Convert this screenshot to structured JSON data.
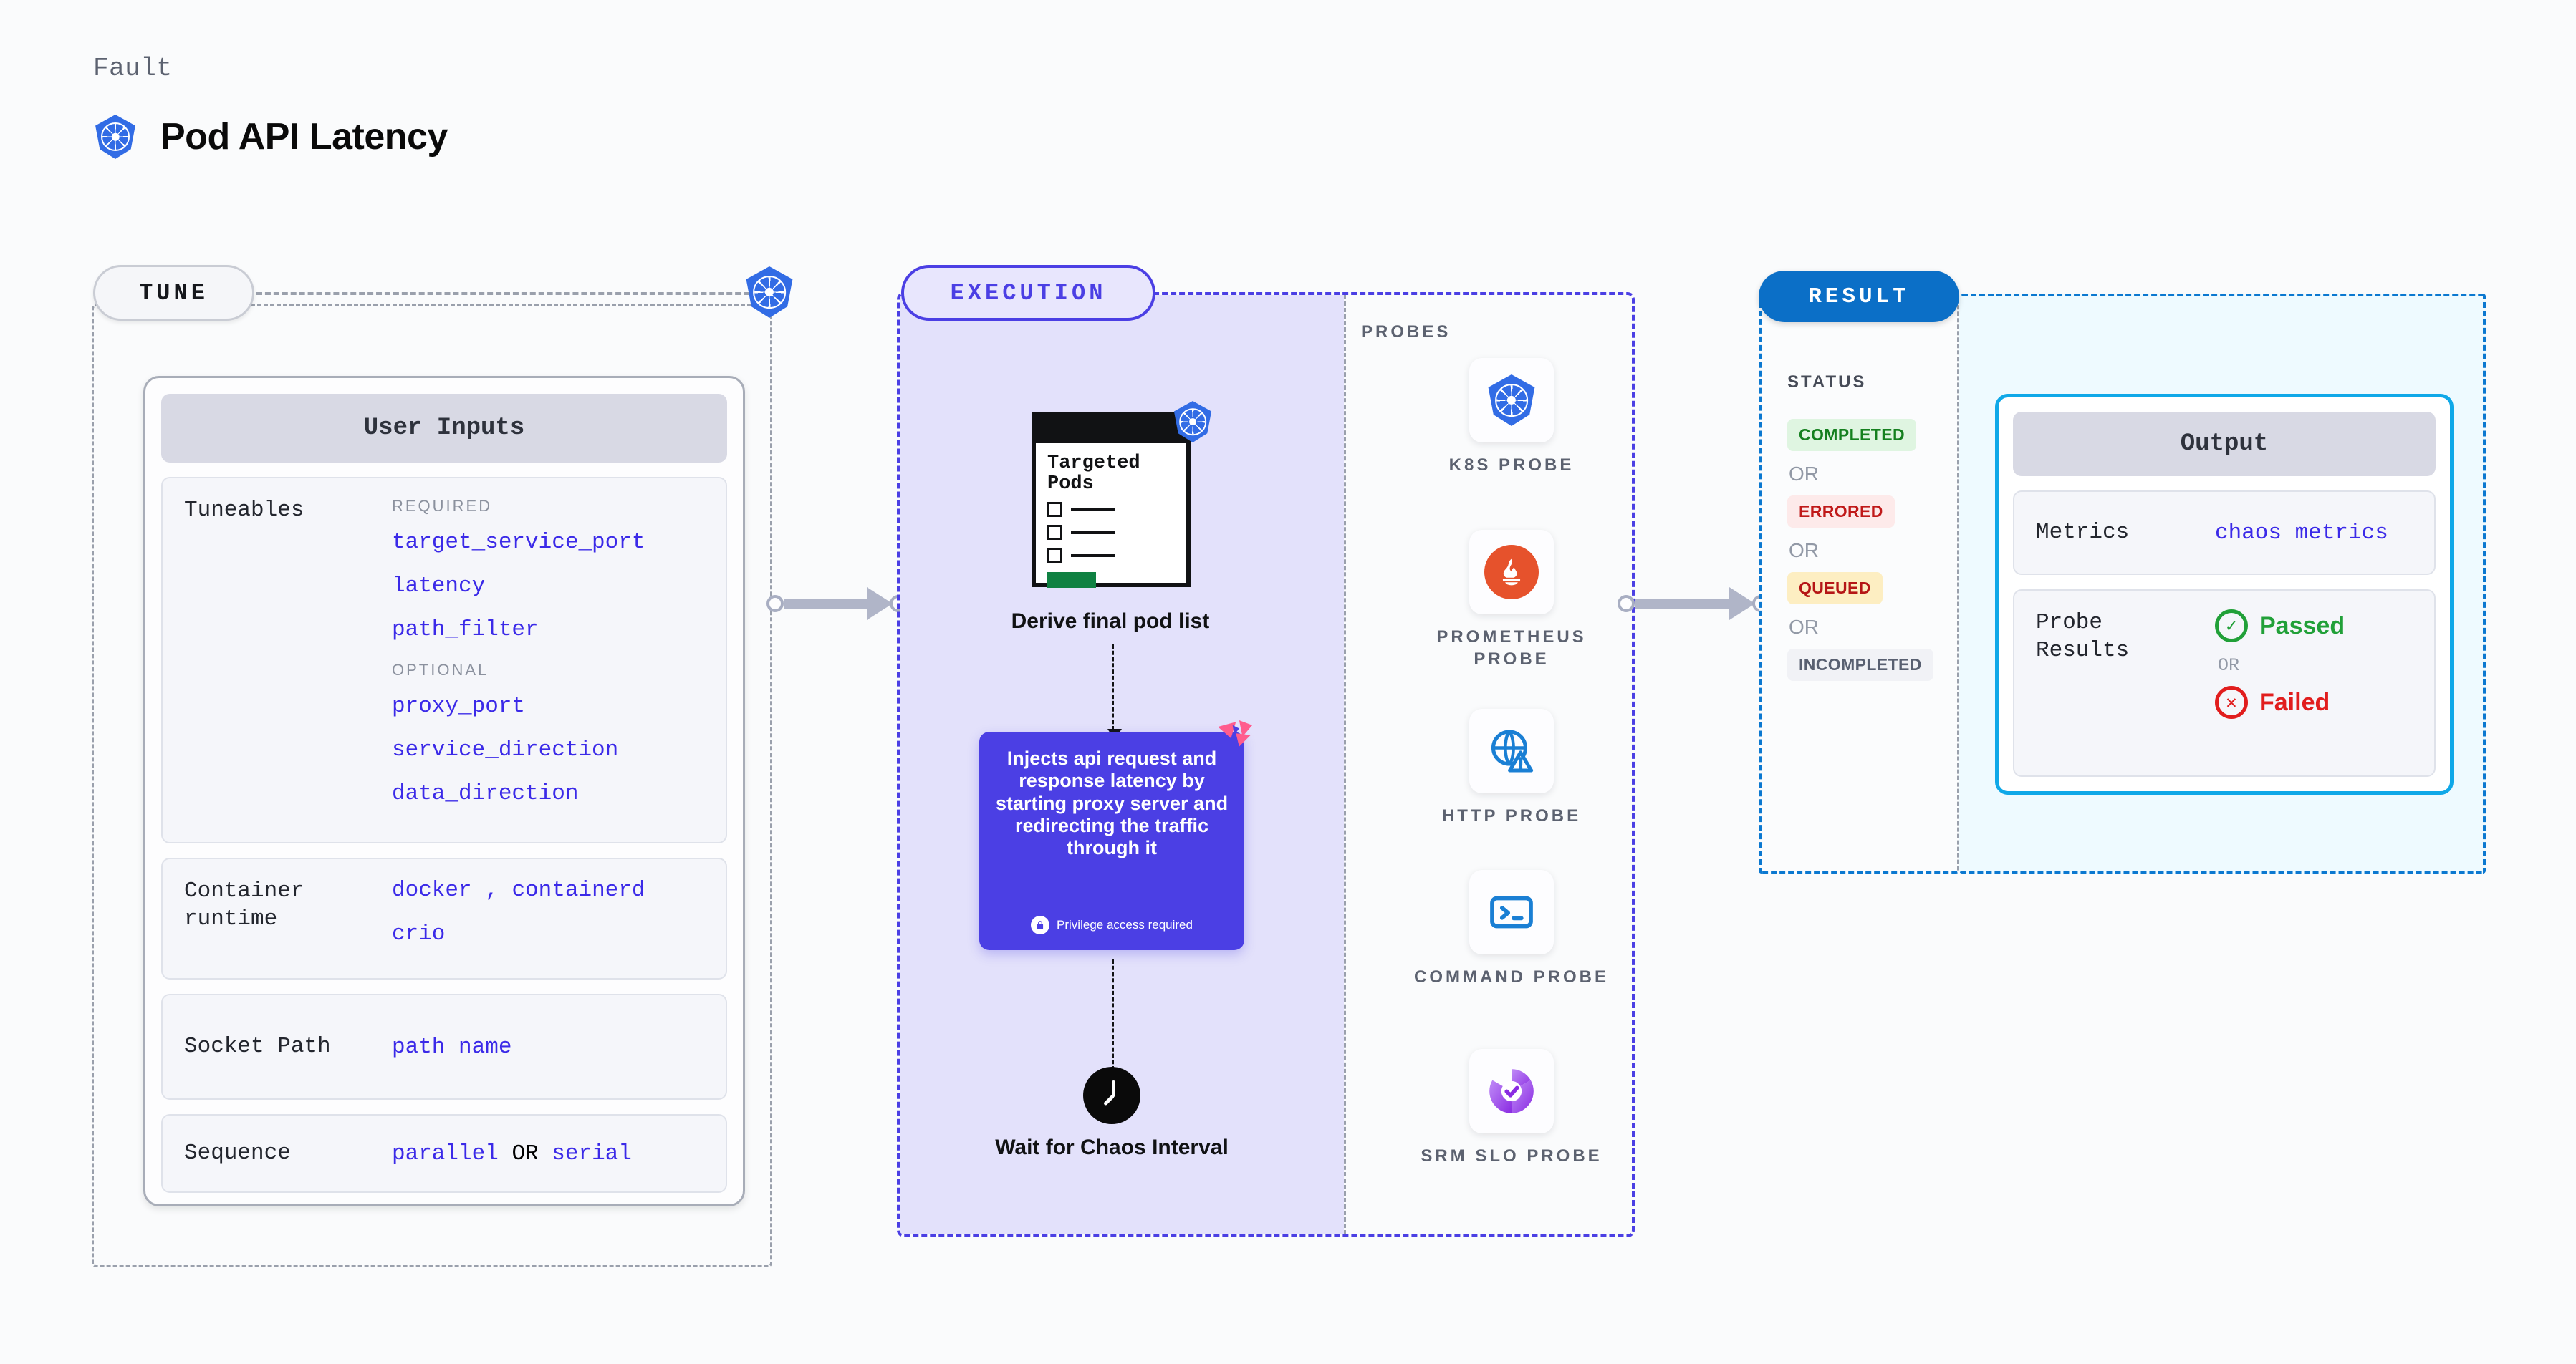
{
  "header": {
    "kicker": "Fault",
    "title": "Pod API Latency",
    "logo_icon": "kubernetes-icon"
  },
  "colors": {
    "k8s_blue": "#326ce5",
    "execution_purple": "#4b3fe4",
    "result_blue": "#0b6fc7",
    "output_border": "#0fa8e8",
    "mono_value": "#3b2ae8",
    "passed_green": "#21a038",
    "failed_red": "#e11d1d"
  },
  "tune": {
    "pill_label": "TUNE",
    "badge_icon": "kubernetes-icon",
    "card": {
      "header": "User Inputs",
      "sections": [
        {
          "label": "Tuneables",
          "required_tag": "REQUIRED",
          "required": [
            "target_service_port",
            "latency",
            "path_filter"
          ],
          "optional_tag": "OPTIONAL",
          "optional": [
            "proxy_port",
            "service_direction",
            "data_direction"
          ]
        },
        {
          "label": "Container runtime",
          "values": [
            "docker",
            ",",
            "containerd",
            "crio"
          ]
        },
        {
          "label": "Socket Path",
          "values": [
            "path name"
          ]
        },
        {
          "label": "Sequence",
          "value_left": "parallel",
          "value_or": "OR",
          "value_right": "serial"
        }
      ]
    }
  },
  "execution": {
    "pill_label": "EXECUTION",
    "nodes": [
      {
        "icon": "document-checklist-icon",
        "doc_title": "Targeted Pods",
        "badge_icon": "kubernetes-icon",
        "caption": "Derive final pod list"
      },
      {
        "icon": "litmus-chaos-icon",
        "text": "Injects api request and response latency by starting proxy server and redirecting the traffic through it",
        "privilege_note": "Privilege access required",
        "privilege_icon": "lock-icon"
      },
      {
        "icon": "clock-icon",
        "caption": "Wait for Chaos Interval"
      }
    ],
    "probes_label": "PROBES",
    "probes": [
      {
        "name": "K8S PROBE",
        "icon": "kubernetes-icon"
      },
      {
        "name": "PROMETHEUS PROBE",
        "icon": "prometheus-icon"
      },
      {
        "name": "HTTP PROBE",
        "icon": "globe-warning-icon"
      },
      {
        "name": "COMMAND PROBE",
        "icon": "terminal-icon"
      },
      {
        "name": "SRM SLO PROBE",
        "icon": "srm-slo-icon"
      }
    ]
  },
  "result": {
    "pill_label": "RESULT",
    "status_label": "STATUS",
    "or_label": "OR",
    "statuses": [
      {
        "label": "COMPLETED",
        "bg": "#dff5e1",
        "fg": "#15801f"
      },
      {
        "label": "ERRORED",
        "bg": "#fdeaea",
        "fg": "#c01919"
      },
      {
        "label": "QUEUED",
        "bg": "#fdeec2",
        "fg": "#b51616"
      },
      {
        "label": "INCOMPLETED",
        "bg": "#f1f2f6",
        "fg": "#596071"
      }
    ],
    "output": {
      "header": "Output",
      "metrics_label": "Metrics",
      "metrics_value": "chaos metrics",
      "probe_results_label": "Probe Results",
      "passed_label": "Passed",
      "failed_label": "Failed",
      "or_label": "OR",
      "passed_icon": "check-circle-icon",
      "failed_icon": "x-circle-icon"
    }
  }
}
